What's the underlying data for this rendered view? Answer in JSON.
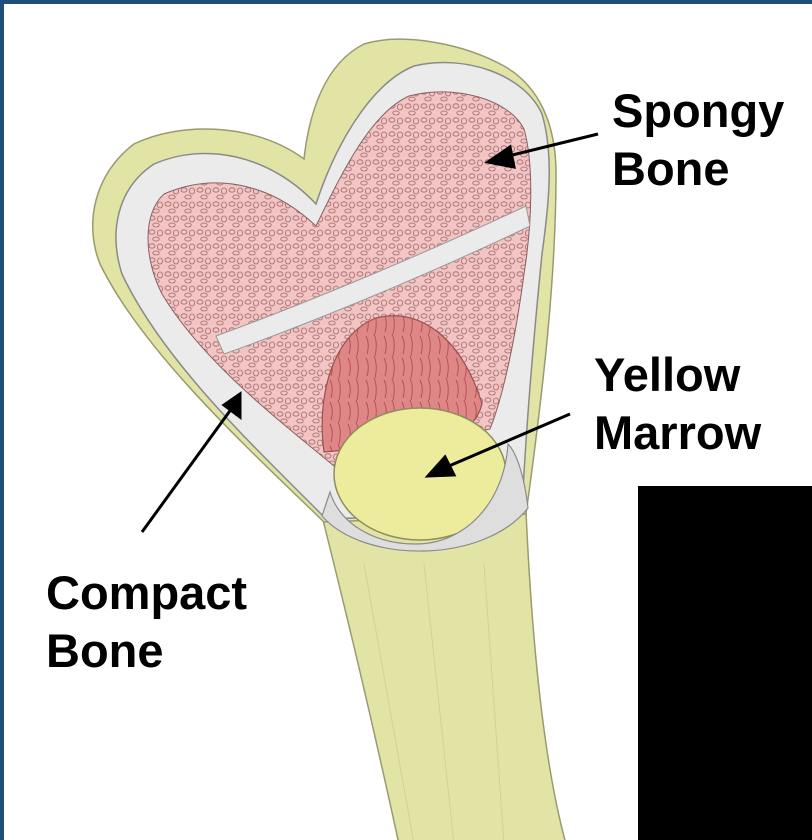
{
  "labels": {
    "spongy_bone": [
      "Spongy",
      "Bone"
    ],
    "yellow_marrow": [
      "Yellow",
      "Marrow"
    ],
    "compact_bone": [
      "Compact",
      "Bone"
    ]
  },
  "colors": {
    "frame_border": "#1f4e79",
    "bone_surface": "#e2e4a6",
    "compact_bone": "#ebebeb",
    "spongy_bone": "#f2c4c4",
    "red_marrow": "#df8787",
    "yellow_marrow": "#ecec9c",
    "label_text": "#000000",
    "occluding_box": "#000000"
  }
}
